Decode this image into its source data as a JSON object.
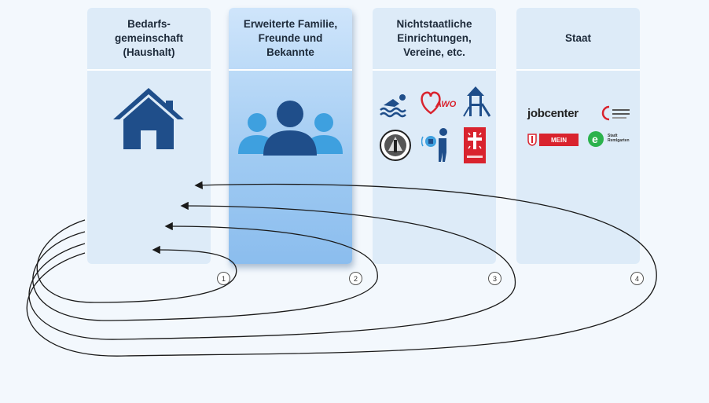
{
  "columns": [
    {
      "title": "Bedarfs-\ngemeinschaft\n(Haushalt)",
      "number": "1"
    },
    {
      "title": "Erweiterte Familie,\nFreunde und\nBekannte",
      "number": "2"
    },
    {
      "title": "Nichtstaatliche\nEinrichtungen,\nVereine, etc.",
      "number": "3"
    },
    {
      "title": "Staat",
      "number": "4"
    }
  ],
  "icons": {
    "household": "house-icon",
    "family": "people-group-icon",
    "ngo": [
      "swimmer-icon",
      "awo-logo-icon",
      "playground-icon",
      "emblem-icon",
      "delivery-person-icon",
      "caritas-icon"
    ],
    "state": [
      "jobcenter-logo",
      "city-logo-icon",
      "mein-logo-icon",
      "e-logo-icon"
    ]
  },
  "logos": {
    "awo": "AWO",
    "jobcenter": "jobcenter",
    "mein": "MEIN",
    "stadt": "Stadt\nRemlgarten"
  },
  "colors": {
    "icon_dark": "#1f4e8a",
    "icon_light": "#3ea0df",
    "column_bg": "#ddebf8",
    "highlight": "#9fcaf2",
    "accent_red": "#d9232e"
  }
}
